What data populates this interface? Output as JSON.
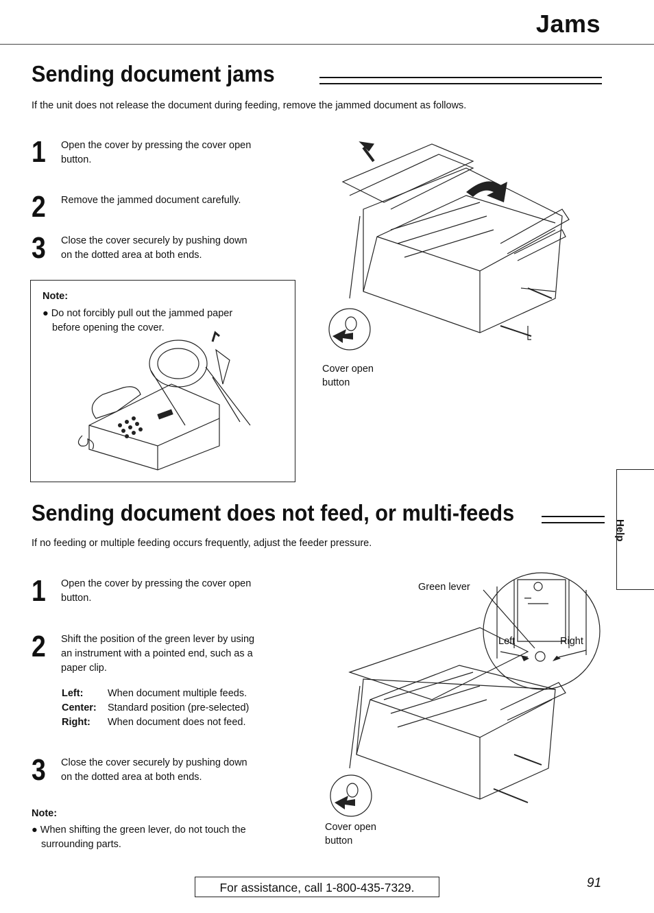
{
  "header": {
    "title": "Jams"
  },
  "section1": {
    "title": "Sending document jams",
    "intro": "If the unit does not release the document during feeding, remove the jammed document as follows.",
    "steps": [
      {
        "num": "1",
        "line1": "Open the cover by pressing the cover open",
        "line2": "button."
      },
      {
        "num": "2",
        "line1": "Remove the jammed document carefully."
      },
      {
        "num": "3",
        "line1": "Close the cover securely by pushing down",
        "line2": "on the dotted area at both ends."
      }
    ],
    "note": {
      "label": "Note:",
      "line1": "Do not forcibly pull out the jammed paper",
      "line2": "before opening the cover."
    },
    "caption": {
      "line1": "Cover open",
      "line2": "button"
    }
  },
  "section2": {
    "title": "Sending document does not feed, or multi-feeds",
    "intro": "If no feeding or multiple feeding occurs frequently, adjust the feeder pressure.",
    "steps": [
      {
        "num": "1",
        "line1": "Open the cover by pressing the cover open",
        "line2": "button."
      },
      {
        "num": "2",
        "line1": "Shift the position of the green lever by using",
        "line2": "an instrument with a pointed end, such as a",
        "line3": "paper clip."
      },
      {
        "num": "3",
        "line1": "Close the cover securely by pushing down",
        "line2": "on the dotted area at both ends."
      }
    ],
    "positions": [
      {
        "key": "Left:",
        "value": "When document multiple feeds."
      },
      {
        "key": "Center:",
        "value": "Standard position (pre-selected)"
      },
      {
        "key": "Right:",
        "value": "When document does not feed."
      }
    ],
    "note": {
      "label": "Note:",
      "line1": "When shifting the green lever, do not touch the",
      "line2": "surrounding parts."
    },
    "diagram": {
      "green_lever": "Green lever",
      "left": "Left",
      "right": "Right"
    },
    "caption": {
      "line1": "Cover open",
      "line2": "button"
    }
  },
  "side_tab": {
    "label": "Help"
  },
  "footer": {
    "assistance": "For assistance, call 1-800-435-7329.",
    "page_number": "91"
  }
}
